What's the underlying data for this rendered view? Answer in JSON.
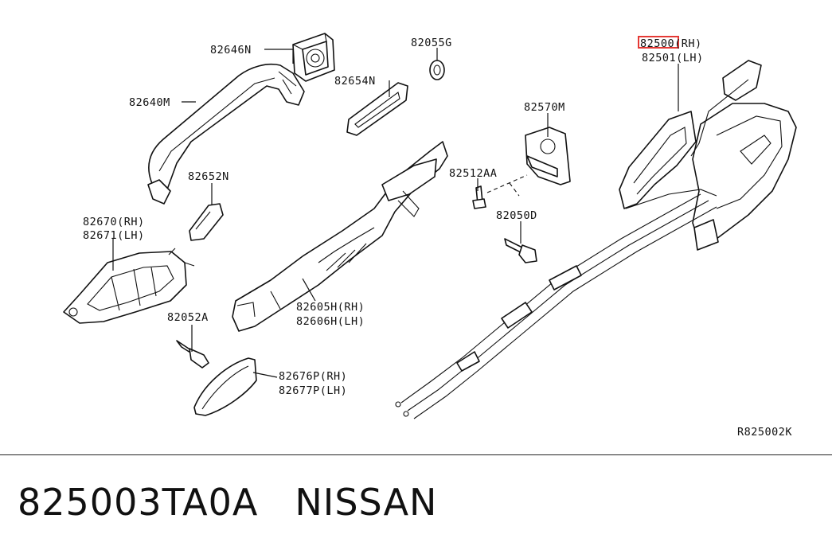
{
  "labels": {
    "p82646N": "82646N",
    "p82640M": "82640M",
    "p82654N": "82654N",
    "p82055G": "82055G",
    "p82652N": "82652N",
    "p82670RH": "82670(RH)",
    "p82671LH": "82671(LH)",
    "p82052A": "82052A",
    "p82605HRH": "82605H(RH)",
    "p82606HLH": "82606H(LH)",
    "p82676PRH": "82676P(RH)",
    "p82677PLH": "82677P(LH)",
    "p82570M": "82570M",
    "p82512AA": "82512AA",
    "p82050D": "82050D",
    "p82500RH": "82500(RH)",
    "p82501LH": "82501(LH)",
    "ref_code": "R825002K"
  },
  "highlight_color": "#e53935",
  "footer": {
    "part_number": "825003TA0A",
    "brand": "NISSAN"
  }
}
